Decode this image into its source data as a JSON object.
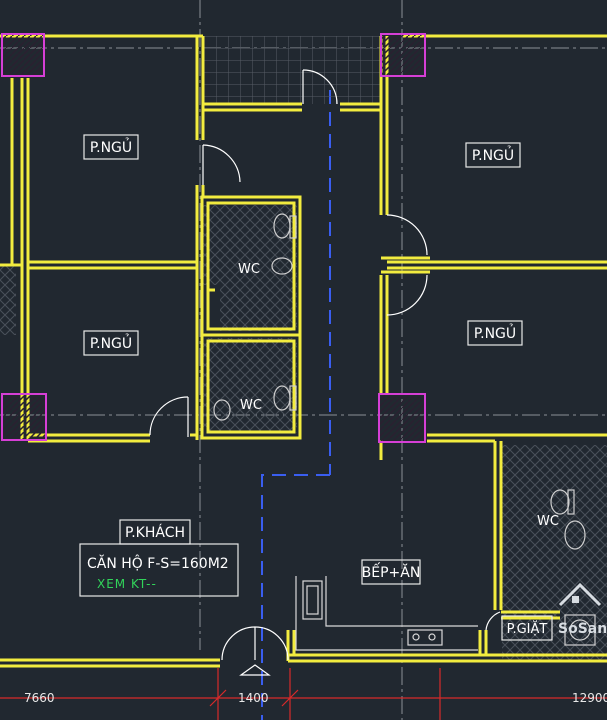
{
  "rooms": {
    "bedroom_top_left": "P.NGỦ",
    "bedroom_top_right": "P.NGỦ",
    "bedroom_mid_left": "P.NGỦ",
    "bedroom_mid_right": "P.NGỦ",
    "wc_upper": "WC",
    "wc_lower": "WC",
    "wc_right": "WC",
    "living_room": "P.KHÁCH",
    "kitchen": "BẾP+ĂN",
    "laundry": "P.GIẶT"
  },
  "apartment": {
    "title": "CĂN HỘ F-S=160M2",
    "note": "XEM KT--"
  },
  "dimensions": {
    "left": "7660",
    "center": "1400",
    "right": "12900"
  },
  "watermark": "SoSan",
  "colors": {
    "background": "#212830",
    "wall": "#f2ec3f",
    "column": "#d63fd6",
    "axis_blue": "#3a5ef0",
    "dim_red": "#d82a2a",
    "hatch": "#3a4049"
  }
}
